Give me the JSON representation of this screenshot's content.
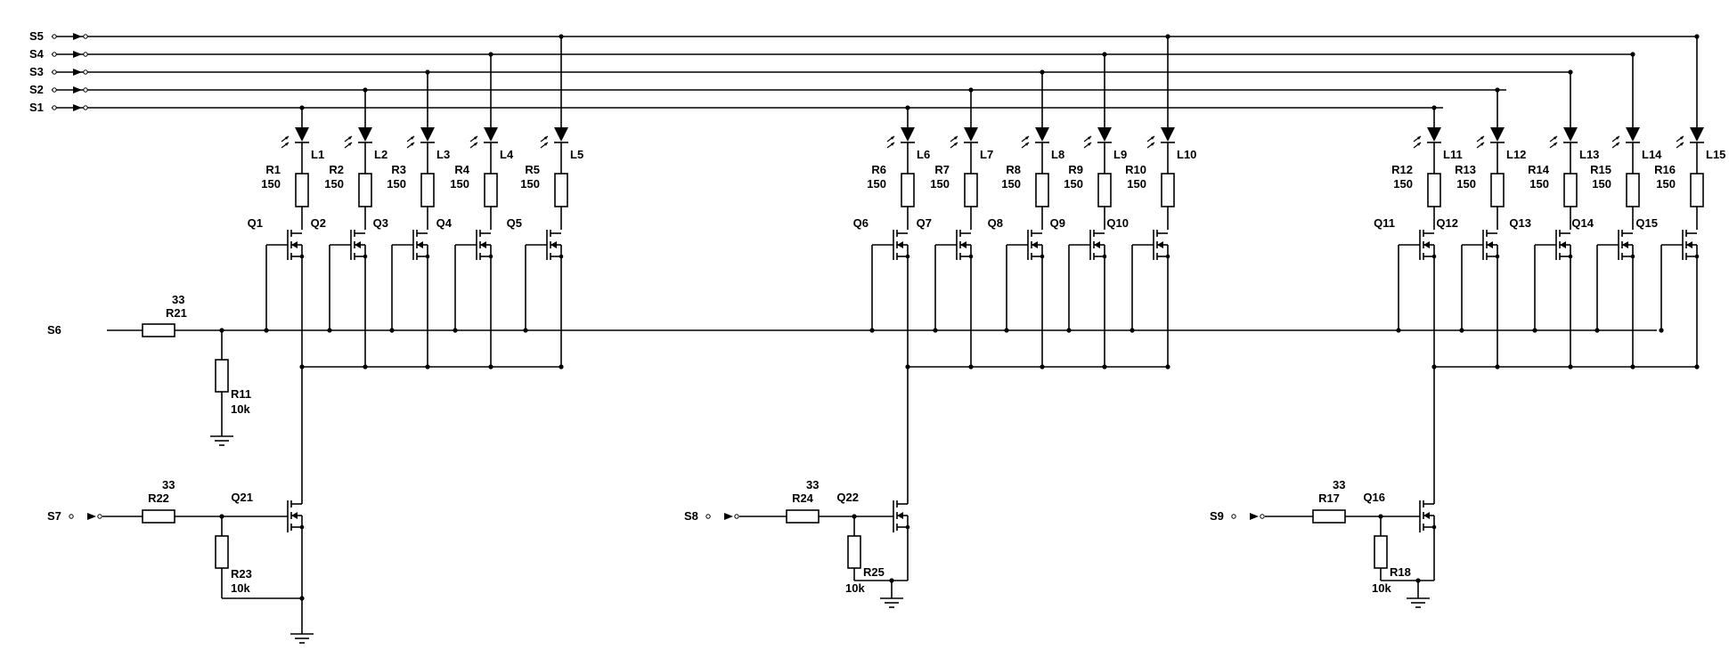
{
  "signals": {
    "s1": "S1",
    "s2": "S2",
    "s3": "S3",
    "s4": "S4",
    "s5": "S5",
    "s6": "S6",
    "s7": "S7",
    "s8": "S8",
    "s9": "S9"
  },
  "leds": [
    {
      "led": "L1",
      "res": "R1",
      "val": "150",
      "fet": "Q1",
      "row": "S1"
    },
    {
      "led": "L2",
      "res": "R2",
      "val": "150",
      "fet": "Q2",
      "row": "S2"
    },
    {
      "led": "L3",
      "res": "R3",
      "val": "150",
      "fet": "Q3",
      "row": "S3"
    },
    {
      "led": "L4",
      "res": "R4",
      "val": "150",
      "fet": "Q4",
      "row": "S4"
    },
    {
      "led": "L5",
      "res": "R5",
      "val": "150",
      "fet": "Q5",
      "row": "S5"
    },
    {
      "led": "L6",
      "res": "R6",
      "val": "150",
      "fet": "Q6",
      "row": "S1"
    },
    {
      "led": "L7",
      "res": "R7",
      "val": "150",
      "fet": "Q7",
      "row": "S2"
    },
    {
      "led": "L8",
      "res": "R8",
      "val": "150",
      "fet": "Q8",
      "row": "S3"
    },
    {
      "led": "L9",
      "res": "R9",
      "val": "150",
      "fet": "Q9",
      "row": "S4"
    },
    {
      "led": "L10",
      "res": "R10",
      "val": "150",
      "fet": "Q10",
      "row": "S5"
    },
    {
      "led": "L11",
      "res": "R12",
      "val": "150",
      "fet": "Q11",
      "row": "S1"
    },
    {
      "led": "L12",
      "res": "R13",
      "val": "150",
      "fet": "Q12",
      "row": "S2"
    },
    {
      "led": "L13",
      "res": "R14",
      "val": "150",
      "fet": "Q13",
      "row": "S3"
    },
    {
      "led": "L14",
      "res": "R15",
      "val": "150",
      "fet": "Q14",
      "row": "S4"
    },
    {
      "led": "L15",
      "res": "R16",
      "val": "150",
      "fet": "Q15",
      "row": "S5"
    }
  ],
  "gate_resistor": {
    "name": "R21",
    "value": "33"
  },
  "gate_pulldown": {
    "name": "R11",
    "value": "10k"
  },
  "groups": [
    {
      "signal": "S7",
      "res": "R22",
      "res_val": "33",
      "fet": "Q21",
      "pd": "R23",
      "pd_val": "10k"
    },
    {
      "signal": "S8",
      "res": "R24",
      "res_val": "33",
      "fet": "Q22",
      "pd": "R25",
      "pd_val": "10k"
    },
    {
      "signal": "S9",
      "res": "R17",
      "res_val": "33",
      "fet": "Q16",
      "pd": "R18",
      "pd_val": "10k"
    }
  ]
}
